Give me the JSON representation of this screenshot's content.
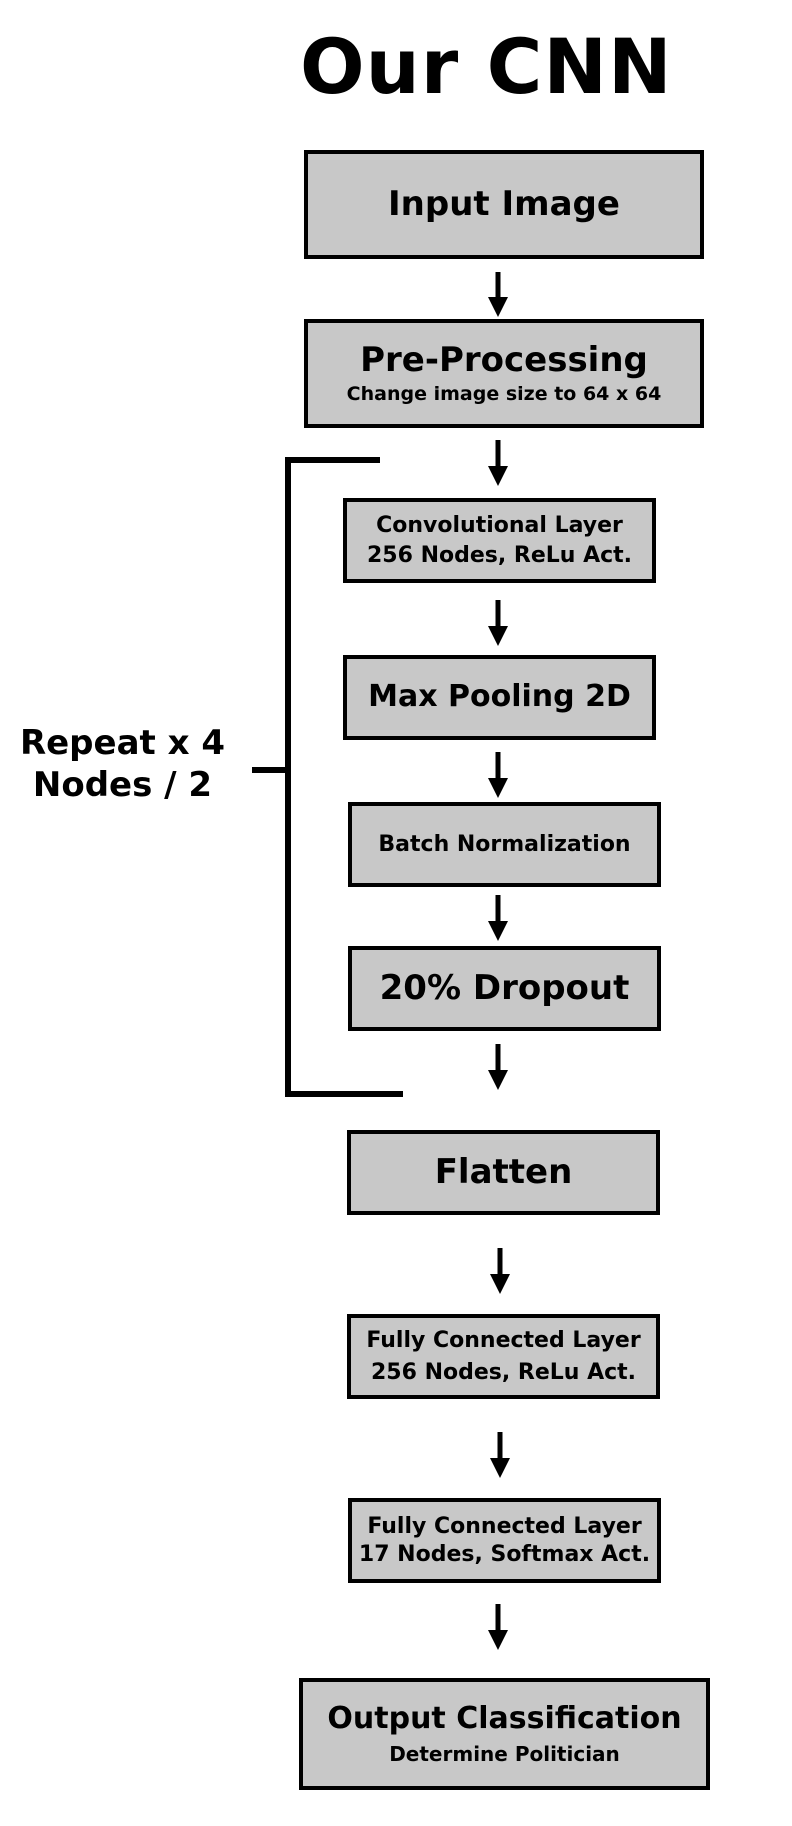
{
  "title": "Our CNN",
  "blocks": {
    "input": {
      "label": "Input Image"
    },
    "preprocessing": {
      "label": "Pre-Processing",
      "sublabel": "Change image size to 64 x 64"
    },
    "conv": {
      "line1": "Convolutional Layer",
      "line2": "256 Nodes, ReLu Act."
    },
    "maxpool": {
      "label": "Max Pooling 2D"
    },
    "batchnorm": {
      "label": "Batch Normalization"
    },
    "dropout": {
      "label": "20% Dropout"
    },
    "flatten": {
      "label": "Flatten"
    },
    "fc1": {
      "line1": "Fully Connected Layer",
      "line2": "256 Nodes, ReLu Act."
    },
    "fc2": {
      "line1": "Fully Connected Layer",
      "line2": "17 Nodes, Softmax Act."
    },
    "output": {
      "label": "Output Classification",
      "sublabel": "Determine Politician"
    }
  },
  "repeat": {
    "line1": "Repeat x 4",
    "line2": "Nodes / 2"
  },
  "colors": {
    "box_fill": "#c8c8c8",
    "border": "#000000",
    "background": "#ffffff"
  }
}
